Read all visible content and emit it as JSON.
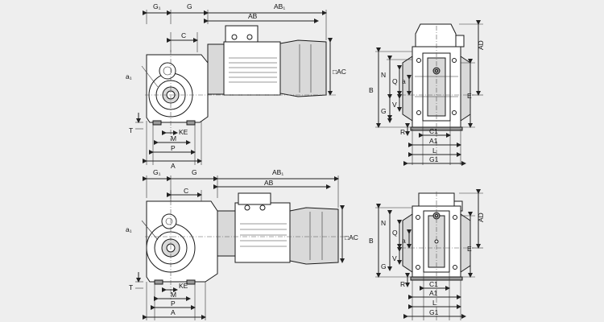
{
  "labels": {
    "g1": "G₁",
    "g": "G",
    "ab1": "AB₁",
    "ab": "AB",
    "c": "C",
    "ac": "□AC",
    "a1": "a₁",
    "t": "T",
    "ke": "KE",
    "m": "M",
    "p": "P",
    "a": "A",
    "ad": "AD",
    "n": "N",
    "b": "B",
    "q": "Q",
    "small_a": "a",
    "v": "V",
    "g_cap": "G",
    "r": "R",
    "e": "E",
    "c1": "C1",
    "a1_side": "A1",
    "l": "L",
    "g1_side": "G1"
  }
}
